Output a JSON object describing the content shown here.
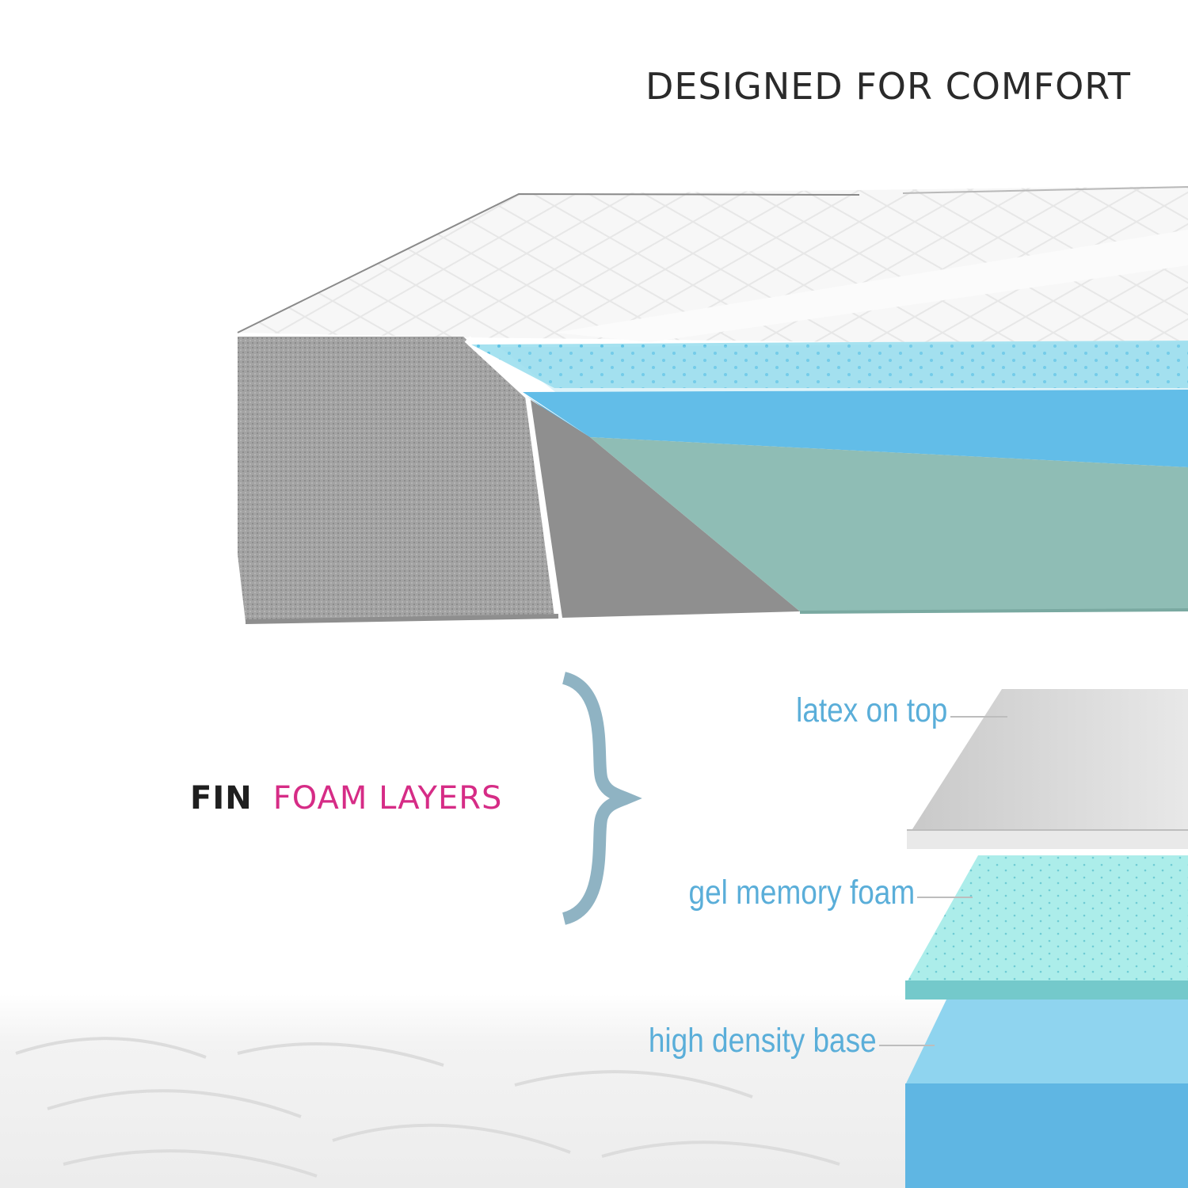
{
  "headline": "DESIGNED FOR COMFORT",
  "product": {
    "brand": "FIN",
    "subtitle": "FOAM LAYERS"
  },
  "layers": [
    {
      "label": "latex on top",
      "color": "#d4d4d4"
    },
    {
      "label": "gel memory foam",
      "color": "#8fdde0"
    },
    {
      "label": "high density base",
      "color": "#6cbfe6"
    }
  ],
  "colors": {
    "headline": "#2a2a2a",
    "brand": "#1f1f1f",
    "subtitle": "#d62c86",
    "label": "#5aaed9",
    "brace": "#8fb3c3",
    "cover_side": "#9b9b9b",
    "comfort_foam": "#62bde8",
    "support_foam": "#8fbdb5"
  }
}
